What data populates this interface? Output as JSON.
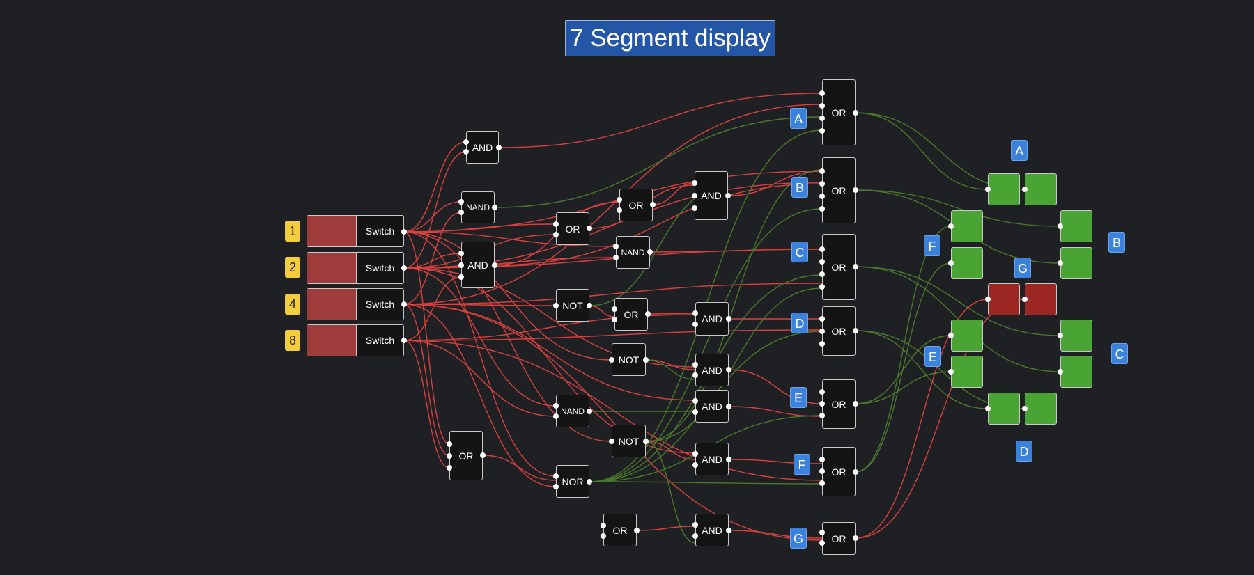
{
  "title": "7 Segment display",
  "switches": [
    {
      "badge": "1",
      "label": "Switch"
    },
    {
      "badge": "2",
      "label": "Switch"
    },
    {
      "badge": "4",
      "label": "Switch"
    },
    {
      "badge": "8",
      "label": "Switch"
    }
  ],
  "gates": {
    "g_and1": "AND",
    "g_nand1": "NAND",
    "g_and2": "AND",
    "g_or_low": "OR",
    "g_or2": "OR",
    "g_not1": "NOT",
    "g_nand2": "NAND",
    "g_nor": "NOR",
    "g_or3": "OR",
    "g_nand3": "NAND",
    "g_or4": "OR",
    "g_not2": "NOT",
    "g_not3": "NOT",
    "g_or5": "OR",
    "g_and3": "AND",
    "g_and4": "AND",
    "g_and5": "AND",
    "g_and6": "AND",
    "g_and7": "AND",
    "g_and8": "AND",
    "g_orA": "OR",
    "g_orB": "OR",
    "g_orC": "OR",
    "g_orD": "OR",
    "g_orE": "OR",
    "g_orF": "OR",
    "g_orG": "OR"
  },
  "output_labels": [
    "A",
    "B",
    "C",
    "D",
    "E",
    "F",
    "G"
  ],
  "display_labels": {
    "a": "A",
    "b": "B",
    "c": "C",
    "d": "D",
    "e": "E",
    "f": "F",
    "g": "G"
  },
  "segment_states": {
    "a": "on",
    "b": "on",
    "c": "on",
    "d": "on",
    "e": "on",
    "f": "on",
    "g": "off"
  },
  "colors": {
    "background": "#1f2023",
    "wire_active": "#d9413f",
    "wire_inactive": "#4a7a2c",
    "segment_on": "#4aa433",
    "segment_off": "#9c2722",
    "switch_off": "#9e3b3b",
    "title_bg": "#2356a6",
    "label_blue": "#3c82dd",
    "label_yellow": "#f3cd3b"
  }
}
